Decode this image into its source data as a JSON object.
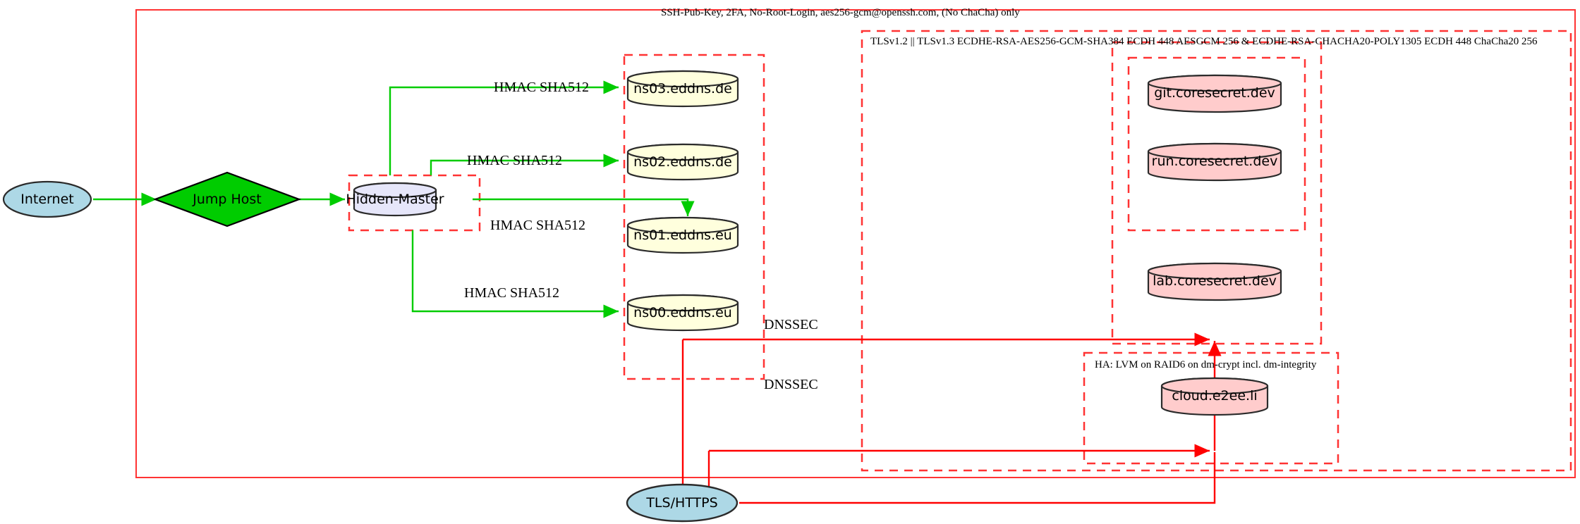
{
  "diagram": {
    "title_label": "SSH-Pub-Key, 2FA, No-Root-Login, aes256-gcm@openssh.com, (No ChaCha) only",
    "clusters": [
      {
        "id": "tls_cluster",
        "label": "TLSv1.2 || TLSv1.3 ECDHE-RSA-AES256-GCM-SHA384 ECDH 448 AESGCM 256 & ECDHE-RSA-CHACHA20-POLY1305 ECDH 448 ChaCha20 256"
      },
      {
        "id": "ha_cluster",
        "label": "HA: LVM on RAID6 on dm-crypt incl. dm-integrity"
      },
      {
        "id": "dns_cluster",
        "label": ""
      },
      {
        "id": "master_cluster",
        "label": ""
      },
      {
        "id": "core_cluster",
        "label": ""
      }
    ],
    "nodes": [
      {
        "id": "internet",
        "label": "Internet",
        "shape": "ellipse",
        "fill": "#add8e6"
      },
      {
        "id": "jumphost",
        "label": "Jump Host",
        "shape": "diamond",
        "fill": "#00cc00"
      },
      {
        "id": "master",
        "label": "Hidden-Master",
        "shape": "cylinder",
        "fill": "#e6e6fa"
      },
      {
        "id": "ns03",
        "label": "ns03.eddns.de",
        "shape": "cylinder",
        "fill": "#ffffdd"
      },
      {
        "id": "ns02",
        "label": "ns02.eddns.de",
        "shape": "cylinder",
        "fill": "#ffffdd"
      },
      {
        "id": "ns01",
        "label": "ns01.eddns.eu",
        "shape": "cylinder",
        "fill": "#ffffdd"
      },
      {
        "id": "ns00",
        "label": "ns00.eddns.eu",
        "shape": "cylinder",
        "fill": "#ffffdd"
      },
      {
        "id": "git",
        "label": "git.coresecret.dev",
        "shape": "cylinder",
        "fill": "#ffcccc"
      },
      {
        "id": "run",
        "label": "run.coresecret.dev",
        "shape": "cylinder",
        "fill": "#ffcccc"
      },
      {
        "id": "lab",
        "label": "lab.coresecret.dev",
        "shape": "cylinder",
        "fill": "#ffcccc"
      },
      {
        "id": "cloud",
        "label": "cloud.e2ee.li",
        "shape": "cylinder",
        "fill": "#ffcccc"
      },
      {
        "id": "tlshttps",
        "label": "TLS/HTTPS",
        "shape": "ellipse",
        "fill": "#add8e6"
      }
    ],
    "edge_labels": [
      {
        "id": "hmac_ns03",
        "label": "HMAC SHA512"
      },
      {
        "id": "hmac_ns02",
        "label": "HMAC SHA512"
      },
      {
        "id": "hmac_ns01",
        "label": "HMAC SHA512"
      },
      {
        "id": "hmac_ns00",
        "label": "HMAC SHA512"
      },
      {
        "id": "dnssec_1",
        "label": "DNSSEC"
      },
      {
        "id": "dnssec_2",
        "label": "DNSSEC"
      }
    ],
    "colors": {
      "edge_green": "#00cc00",
      "edge_red": "#ff0000",
      "cluster_border": "#ff3333",
      "node_stroke": "#2b2b2b"
    }
  }
}
